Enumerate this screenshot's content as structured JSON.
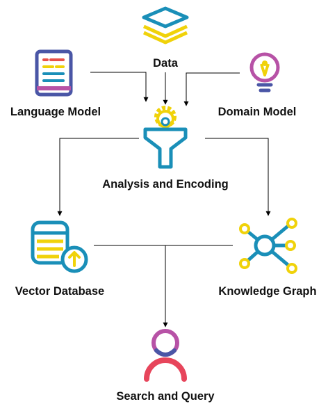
{
  "nodes": {
    "data": {
      "label": "Data",
      "icon": "layers-stack-icon"
    },
    "language_model": {
      "label": "Language Model",
      "icon": "document-lines-icon"
    },
    "domain_model": {
      "label": "Domain Model",
      "icon": "lightbulb-icon"
    },
    "analysis": {
      "label": "Analysis and Encoding",
      "icon": "gear-funnel-icon"
    },
    "vector_db": {
      "label": "Vector Database",
      "icon": "database-upload-icon"
    },
    "knowledge_graph": {
      "label": "Knowledge Graph",
      "icon": "network-graph-icon"
    },
    "search": {
      "label": "Search and Query",
      "icon": "user-icon"
    }
  },
  "colors": {
    "yellow": "#F0D20A",
    "blue": "#1A8FB8",
    "purple": "#B752A6",
    "indigo": "#4A56A6",
    "red": "#E8514A",
    "pink_red": "#E7455B",
    "line": "#000000"
  }
}
